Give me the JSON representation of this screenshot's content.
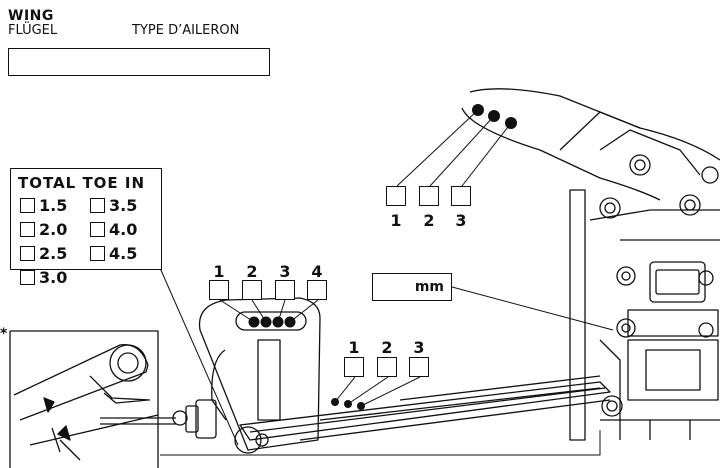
{
  "wing": {
    "title": "WING",
    "subtitle": "FLÜGEL",
    "type_label": "TYPE D’AILERON",
    "value": ""
  },
  "toe": {
    "title": "TOTAL TOE IN",
    "options": [
      "1.5",
      "3.5",
      "2.0",
      "4.0",
      "2.5",
      "4.5",
      "3.0"
    ]
  },
  "upper_holes": {
    "labels": [
      "1",
      "2",
      "3"
    ]
  },
  "mid_holes": {
    "labels": [
      "1",
      "2",
      "3",
      "4"
    ]
  },
  "lower_holes": {
    "labels": [
      "1",
      "2",
      "3"
    ]
  },
  "measure": {
    "unit": "mm",
    "value": ""
  },
  "detail": {
    "marker": "*"
  }
}
